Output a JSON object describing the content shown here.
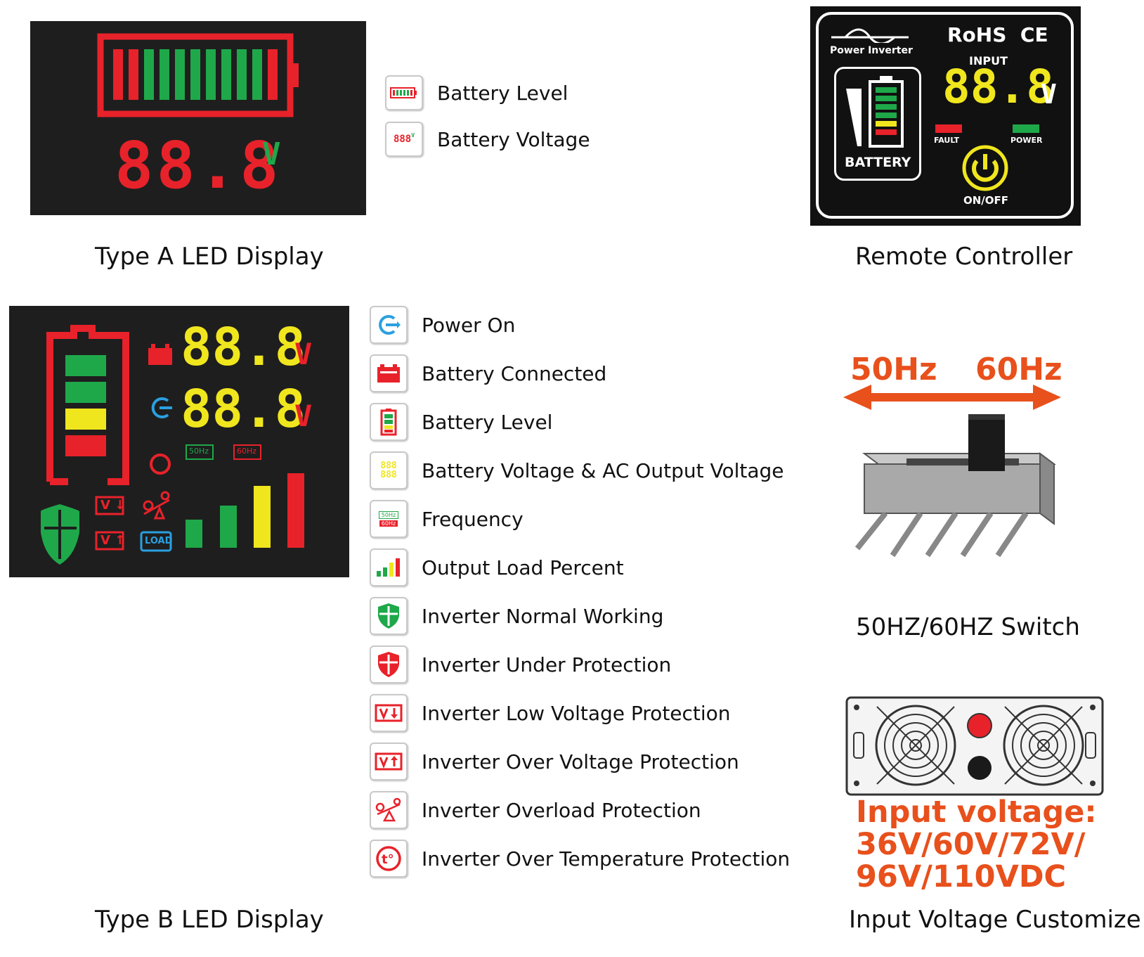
{
  "captions": {
    "type_a": "Type A LED Display",
    "remote": "Remote Controller",
    "switch": "50HZ/60HZ Switch",
    "type_b": "Type B LED Display",
    "input_voltage": "Input Voltage Customize"
  },
  "type_a_display": {
    "digits": "88.8",
    "unit": "V",
    "legend": [
      "Battery Level",
      "Battery Voltage"
    ],
    "icon_digits": "888",
    "icon_unit": "V"
  },
  "remote_controller": {
    "brand": "Power Inverter",
    "certs": "RoHS  CE",
    "input_label": "INPUT",
    "digits": "88.8",
    "unit": "V",
    "battery_label": "BATTERY",
    "fault_label": "FAULT",
    "power_label": "POWER",
    "onoff_label": "ON/OFF"
  },
  "type_b_display": {
    "digits_top": "88.8",
    "digits_bottom": "88.8",
    "unit": "V",
    "hz50": "50Hz",
    "hz60": "60Hz",
    "load_label": "LOAD",
    "vlow": "V",
    "vhigh": "V"
  },
  "legend_b": [
    {
      "label": "Power On",
      "icon": "power-on-icon"
    },
    {
      "label": "Battery Connected",
      "icon": "battery-connected-icon"
    },
    {
      "label": "Battery Level",
      "icon": "battery-level-icon"
    },
    {
      "label": "Battery Voltage & AC Output Voltage",
      "icon": "voltage-digits-icon"
    },
    {
      "label": "Frequency",
      "icon": "frequency-icon"
    },
    {
      "label": "Output Load Percent",
      "icon": "load-bars-icon"
    },
    {
      "label": "Inverter Normal Working",
      "icon": "green-shield-icon"
    },
    {
      "label": "Inverter Under Protection",
      "icon": "red-shield-icon"
    },
    {
      "label": "Inverter Low Voltage Protection",
      "icon": "low-voltage-icon"
    },
    {
      "label": "Inverter Over Voltage Protection",
      "icon": "over-voltage-icon"
    },
    {
      "label": "Inverter Overload Protection",
      "icon": "overload-icon"
    },
    {
      "label": "Inverter Over Temperature Protection",
      "icon": "over-temperature-icon"
    }
  ],
  "legend_icon_text": {
    "digits": "888",
    "hz50": "50Hz",
    "hz60": "60Hz"
  },
  "switch": {
    "left": "50Hz",
    "right": "60Hz"
  },
  "input_voltage": {
    "line1": "Input voltage:",
    "line2": "36V/60V/72V/",
    "line3": "96V/110VDC"
  },
  "colors": {
    "red": "#e8222a",
    "green": "#1fa84a",
    "yellow": "#f0e61e",
    "blue": "#2aa0e0",
    "orange": "#e8501c",
    "panel": "#1e1e1e"
  }
}
